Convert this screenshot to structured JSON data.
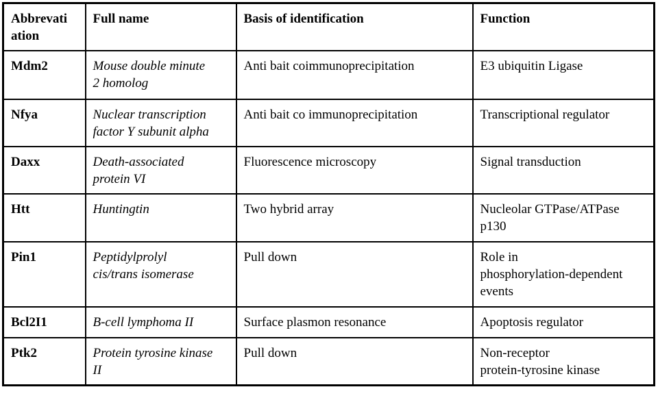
{
  "page": {
    "background_color": "#ffffff",
    "text_color": "#000000",
    "border_color": "#000000"
  },
  "table": {
    "columns": [
      {
        "key": "abbreviation",
        "label": "Abbrevati\nation"
      },
      {
        "key": "full_name",
        "label": "Full name"
      },
      {
        "key": "basis",
        "label": "Basis of identification"
      },
      {
        "key": "function",
        "label": "Function"
      }
    ],
    "rows": [
      {
        "abbreviation": "Mdm2",
        "full_name": "Mouse double minute\n2 homolog",
        "basis": "Anti bait coimmunoprecipitation",
        "function": "E3 ubiquitin Ligase"
      },
      {
        "abbreviation": "Nfya",
        "full_name": "Nuclear transcription\nfactor Y subunit alpha",
        "basis": "Anti bait co immunoprecipitation",
        "function": "Transcriptional regulator"
      },
      {
        "abbreviation": "Daxx",
        "full_name": "Death-associated\nprotein VI",
        "basis": "Fluorescence microscopy",
        "function": "Signal transduction"
      },
      {
        "abbreviation": "Htt",
        "full_name": "Huntingtin",
        "basis": "Two hybrid array",
        "function": "Nucleolar GTPase/ATPase\np130"
      },
      {
        "abbreviation": "Pin1",
        "full_name": "Peptidylprolyl\ncis/trans isomerase",
        "basis": "Pull down",
        "function": "Role in\nphosphorylation-dependent\nevents"
      },
      {
        "abbreviation": "Bcl2I1",
        "full_name": "B-cell lymphoma II",
        "basis": "Surface plasmon resonance",
        "function": "Apoptosis regulator"
      },
      {
        "abbreviation": "Ptk2",
        "full_name": "Protein tyrosine kinase\nII",
        "basis": "Pull down",
        "function": "Non-receptor\nprotein-tyrosine kinase"
      }
    ]
  },
  "chart_data": {
    "type": "table",
    "title": "",
    "columns": [
      "Abbrevati ation",
      "Full name",
      "Basis of identification",
      "Function"
    ],
    "rows": [
      [
        "Mdm2",
        "Mouse double minute 2 homolog",
        "Anti bait coimmunoprecipitation",
        "E3 ubiquitin Ligase"
      ],
      [
        "Nfya",
        "Nuclear transcription factor Y subunit alpha",
        "Anti bait co immunoprecipitation",
        "Transcriptional regulator"
      ],
      [
        "Daxx",
        "Death-associated protein VI",
        "Fluorescence microscopy",
        "Signal transduction"
      ],
      [
        "Htt",
        "Huntingtin",
        "Two hybrid array",
        "Nucleolar GTPase/ATPase p130"
      ],
      [
        "Pin1",
        "Peptidylprolyl cis/trans isomerase",
        "Pull down",
        "Role in phosphorylation-dependent events"
      ],
      [
        "Bcl2I1",
        "B-cell lymphoma II",
        "Surface plasmon resonance",
        "Apoptosis regulator"
      ],
      [
        "Ptk2",
        "Protein tyrosine kinase II",
        "Pull down",
        "Non-receptor protein-tyrosine kinase"
      ]
    ]
  }
}
